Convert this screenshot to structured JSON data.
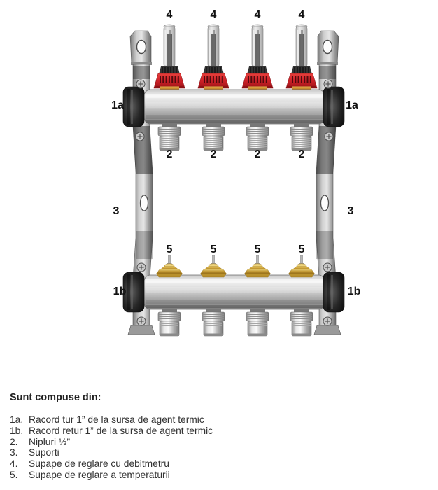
{
  "figure": {
    "callouts": {
      "flow_valve": "4",
      "nipple": "2",
      "bracket": "3",
      "thermo_valve": "5",
      "supply": "1a",
      "return": "1b"
    },
    "colors": {
      "red_cap": "#d2232a",
      "brass_valve": "#d2a83e",
      "stainless": "#bfbfbf",
      "end_cap": "#1c1c1c",
      "callout_text": "#121212"
    }
  },
  "legend": {
    "heading": "Sunt compuse din:",
    "items": [
      {
        "num": "1a.",
        "text": "Racord tur 1” de la sursa de agent termic"
      },
      {
        "num": "1b.",
        "text": "Racord retur 1” de la sursa de agent termic"
      },
      {
        "num": "2.",
        "text": "Nipluri ½”"
      },
      {
        "num": "3.",
        "text": "Suporti"
      },
      {
        "num": "4.",
        "text": "Supape de reglare cu debitmetru"
      },
      {
        "num": "5.",
        "text": "Supape de reglare a temperaturii"
      }
    ]
  }
}
